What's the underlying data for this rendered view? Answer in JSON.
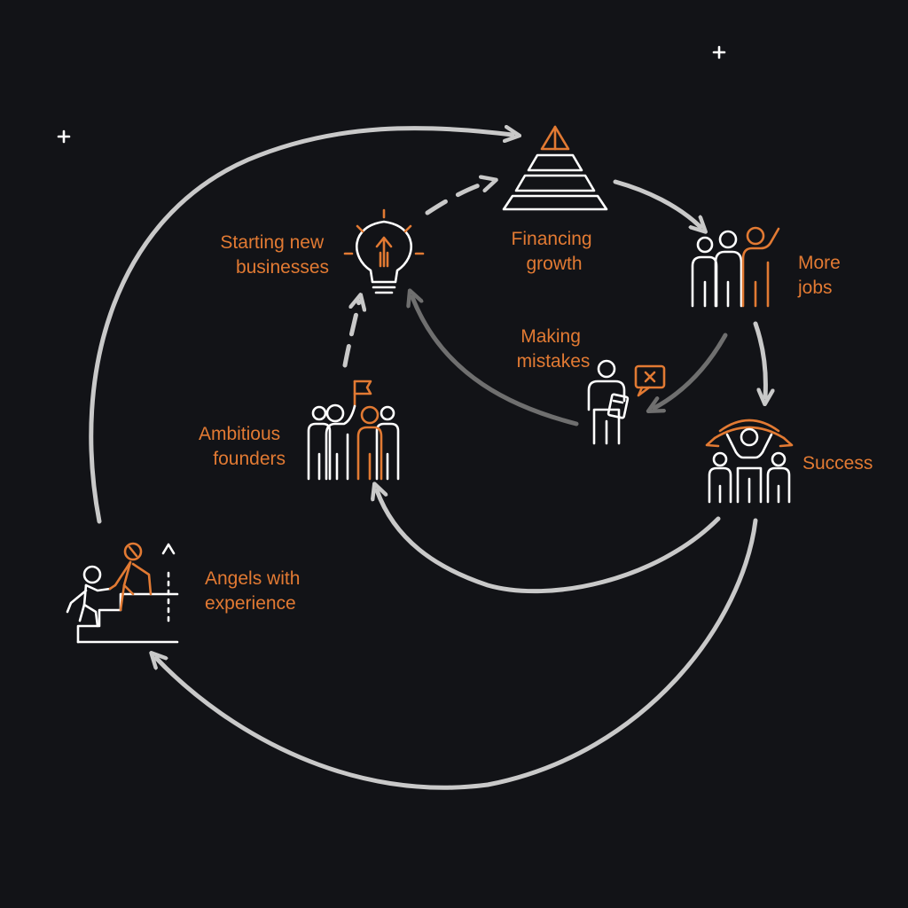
{
  "nodes": {
    "financing_growth": {
      "line1": "Financing",
      "line2": "growth"
    },
    "more_jobs": {
      "line1": "More",
      "line2": "jobs"
    },
    "success": {
      "line1": "Success"
    },
    "making_mistakes": {
      "line1": "Making",
      "line2": "mistakes"
    },
    "starting_new_businesses": {
      "line1": "Starting new",
      "line2": "businesses"
    },
    "ambitious_founders": {
      "line1": "Ambitious",
      "line2": "founders"
    },
    "angels_with_experience": {
      "line1": "Angels with",
      "line2": "experience"
    }
  },
  "colors": {
    "background": "#121317",
    "accent": "#e27a33",
    "arrow": "#c9c9c9",
    "arrow_dim": "#6f6f6f",
    "icon": "#ffffff"
  },
  "icons": {
    "financing_growth": "pyramid-icon",
    "more_jobs": "people-group-icon",
    "success": "celebration-icon",
    "making_mistakes": "person-clipboard-error-icon",
    "starting_new_businesses": "lightbulb-icon",
    "ambitious_founders": "team-flag-icon",
    "angels_with_experience": "mentor-stairs-icon"
  }
}
